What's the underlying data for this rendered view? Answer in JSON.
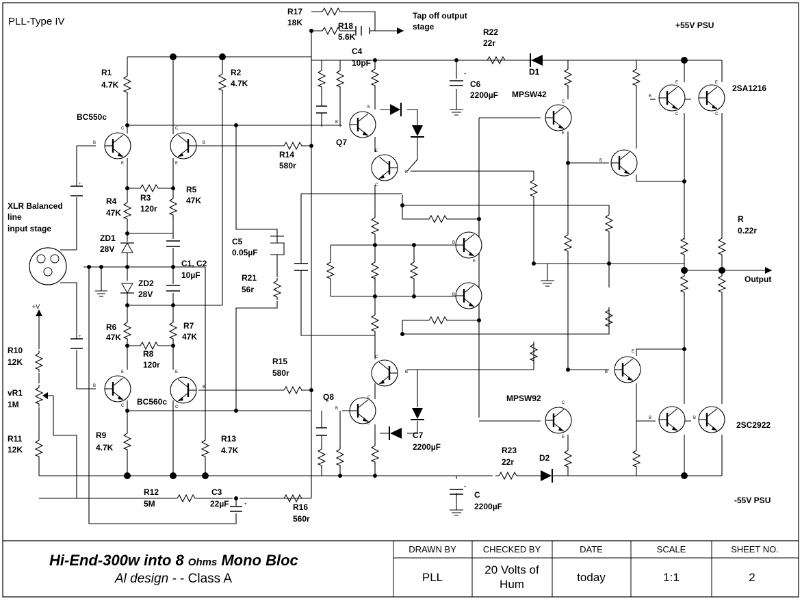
{
  "sheet": {
    "type_label": "PLL-Type IV",
    "supply_pos": "+55V PSU",
    "supply_neg": "-55V PSU",
    "output": "Output",
    "input_stage": [
      "XLR Balanced",
      "line",
      "input stage"
    ],
    "tap_off": [
      "Tap off output",
      "stage"
    ],
    "plus_v": "+V"
  },
  "components": [
    {
      "id": "r1",
      "ref": "R1",
      "value": "4.7K"
    },
    {
      "id": "r2",
      "ref": "R2",
      "value": "4.7K"
    },
    {
      "id": "r3",
      "ref": "R3",
      "value": "120r"
    },
    {
      "id": "r4",
      "ref": "R4",
      "value": "47K"
    },
    {
      "id": "r5",
      "ref": "R5",
      "value": "47K"
    },
    {
      "id": "r6",
      "ref": "R6",
      "value": "47K"
    },
    {
      "id": "r7",
      "ref": "R7",
      "value": "47K"
    },
    {
      "id": "r8",
      "ref": "R8",
      "value": "120r"
    },
    {
      "id": "r9",
      "ref": "R9",
      "value": "4.7K"
    },
    {
      "id": "r10",
      "ref": "R10",
      "value": "12K"
    },
    {
      "id": "r11",
      "ref": "R11",
      "value": "12K"
    },
    {
      "id": "vr1",
      "ref": "vR1",
      "value": "1M"
    },
    {
      "id": "r12",
      "ref": "R12",
      "value": "5M"
    },
    {
      "id": "r13",
      "ref": "R13",
      "value": "4.7K"
    },
    {
      "id": "r14",
      "ref": "R14",
      "value": "580r"
    },
    {
      "id": "r15",
      "ref": "R15",
      "value": "580r"
    },
    {
      "id": "r16",
      "ref": "R16",
      "value": "560r"
    },
    {
      "id": "r17",
      "ref": "R17",
      "value": "18K"
    },
    {
      "id": "r18",
      "ref": "R18",
      "value": "5.6K"
    },
    {
      "id": "r21",
      "ref": "R21",
      "value": "56r"
    },
    {
      "id": "r22",
      "ref": "R22",
      "value": "22r"
    },
    {
      "id": "r23",
      "ref": "R23",
      "value": "22r"
    },
    {
      "id": "rout",
      "ref": "R",
      "value": "0.22r"
    },
    {
      "id": "zd1",
      "ref": "ZD1",
      "value": "28V"
    },
    {
      "id": "zd2",
      "ref": "ZD2",
      "value": "28V"
    },
    {
      "id": "c1",
      "ref": "C1, C2",
      "value": "10µF"
    },
    {
      "id": "c3",
      "ref": "C3",
      "value": "22µF"
    },
    {
      "id": "c4",
      "ref": "C4",
      "value": "10pF"
    },
    {
      "id": "c5",
      "ref": "C5",
      "value": "0.05µF"
    },
    {
      "id": "c6",
      "ref": "C6",
      "value": "2200µF"
    },
    {
      "id": "c7",
      "ref": "C7",
      "value": "2200µF"
    },
    {
      "id": "c",
      "ref": "C",
      "value": "2200µF"
    },
    {
      "id": "d1",
      "ref": "D1",
      "value": ""
    },
    {
      "id": "d2",
      "ref": "D2",
      "value": ""
    },
    {
      "id": "q7",
      "ref": "Q7",
      "value": ""
    },
    {
      "id": "q8",
      "ref": "Q8",
      "value": ""
    }
  ],
  "transistor_types": {
    "bc550c": "BC550c",
    "bc560c": "BC560c",
    "mpsw42": "MPSW42",
    "mpsw92": "MPSW92",
    "sa1216": "2SA1216",
    "sc2922": "2SC2922"
  },
  "pins": {
    "b": "B",
    "c": "C",
    "e": "E",
    "plus": "+"
  },
  "title_block": {
    "title_main": "Hi-End-300w into 8",
    "title_ohms": "Ohms",
    "title_end": "Mono Bloc",
    "subtitle_italic": "Al design -",
    "subtitle_rest": " - Class A",
    "columns": [
      {
        "header": "DRAWN BY",
        "value": "PLL"
      },
      {
        "header": "CHECKED BY",
        "value": "20 Volts of",
        "value2": "Hum"
      },
      {
        "header": "DATE",
        "value": "today"
      },
      {
        "header": "SCALE",
        "value": "1:1"
      },
      {
        "header": "SHEET NO.",
        "value": "2"
      }
    ]
  }
}
